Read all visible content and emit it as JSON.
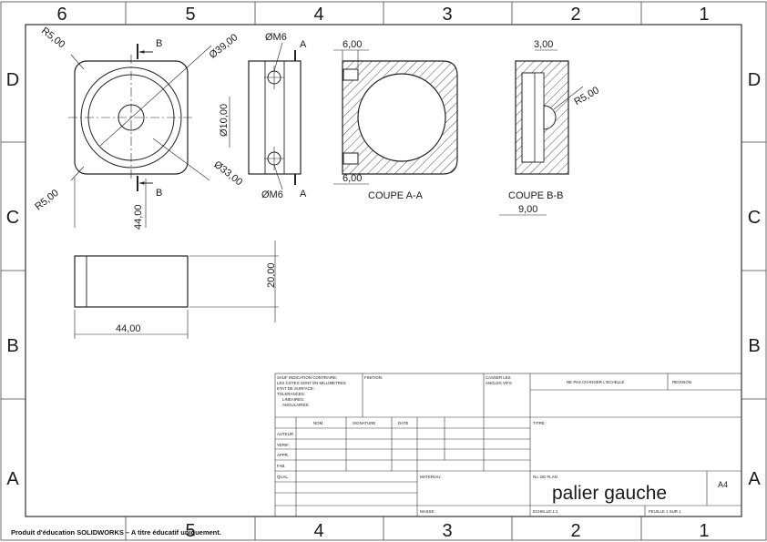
{
  "zones": {
    "columns": [
      "6",
      "5",
      "4",
      "3",
      "2",
      "1"
    ],
    "rows": [
      "D",
      "C",
      "B",
      "A"
    ]
  },
  "views": {
    "front": {
      "radius_top_left": "R5,00",
      "radius_bottom_left": "R5,00",
      "diameter_outer": "Ø39,00",
      "diameter_inner": "Ø33,00",
      "width": "44,00",
      "section_letter_top": "B",
      "section_letter_bottom": "B"
    },
    "side": {
      "thread_top": "ØM6",
      "thread_bottom": "ØM6",
      "bore": "Ø10,00",
      "section_letter_top": "A",
      "section_letter_bottom": "A"
    },
    "section_a": {
      "title": "COUPE A-A",
      "dim_top": "6,00",
      "dim_bottom": "6,00"
    },
    "section_b": {
      "title": "COUPE B-B",
      "dim_top": "3,00",
      "radius": "R5,00",
      "dim_bottom": "9,00"
    },
    "bottom": {
      "height": "20,00",
      "length": "44,00"
    }
  },
  "title_block": {
    "general_notes": [
      "SAUF INDICATION CONTRAIRE:",
      "LES COTES SONT EN MILLIMETRES",
      "ETAT DE SURFACE:",
      "TOLERANCES:",
      "LINEAIRES:",
      "ANGULAIRES:"
    ],
    "finish_label": "FINITION:",
    "break_edges": [
      "CASSER LES",
      "ANGLES VIFS"
    ],
    "no_scale": "NE PAS CHANGER L'ECHELLE",
    "revision": "REVISION",
    "table_headers": [
      "NOM",
      "SIGNATURE",
      "DATE"
    ],
    "table_rows": [
      "AUTEUR",
      "VERIF.",
      "APPR.",
      "FAB.",
      "QUAL."
    ],
    "title_label": "TITRE:",
    "material_label": "MATERIAU:",
    "mass_label": "MASSE:",
    "drawing_no_label": "No. DE PLAN",
    "drawing_title": "palier gauche",
    "sheet_size": "A4",
    "scale": "ECHELLE:1:1",
    "sheet": "FEUILLE 1 SUR 1"
  },
  "footer": "Produit d'éducation SOLIDWORKS – A titre éducatif uniquement."
}
